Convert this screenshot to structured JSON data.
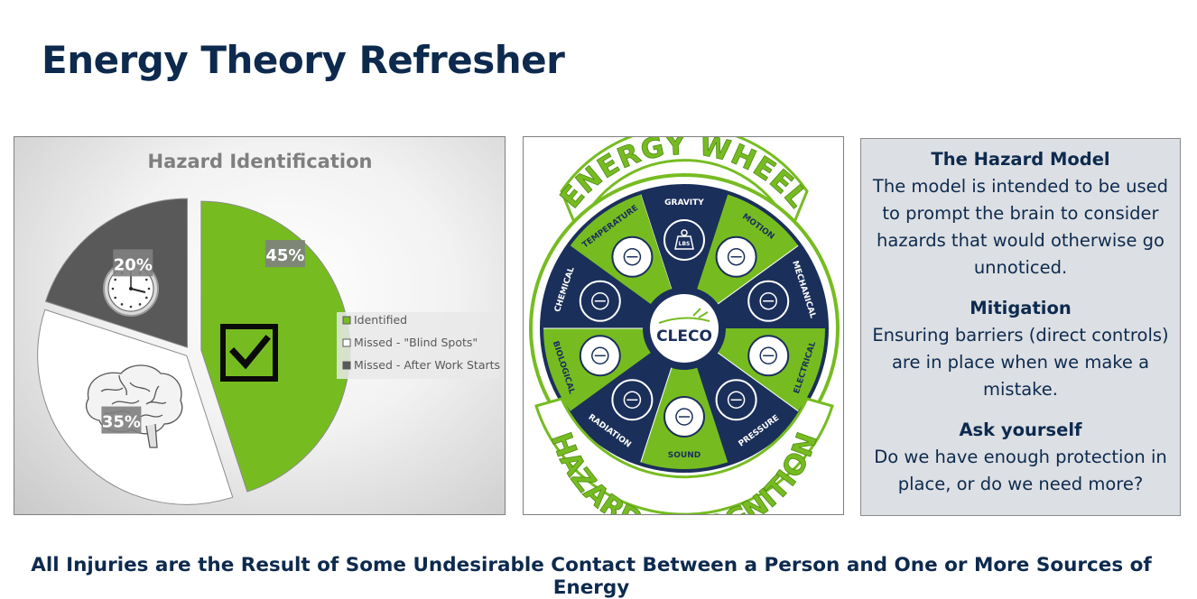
{
  "slide": {
    "title": "Energy Theory Refresher",
    "banner": "All Injuries are the Result of Some Undesirable Contact Between a Person and One or More Sources of Energy"
  },
  "chart_data": {
    "type": "pie",
    "title": "Hazard Identification",
    "categories": [
      "Identified",
      "Missed - \"Blind Spots\"",
      "Missed - After Work Starts"
    ],
    "values": [
      45,
      35,
      20
    ],
    "labels": [
      "45%",
      "35%",
      "20%"
    ],
    "colors": [
      "#76bc21",
      "#ffffff",
      "#595959"
    ],
    "legend": "right",
    "grid": false
  },
  "energy_wheel": {
    "top_text": "ENERGY WHEEL",
    "bottom_text": "HAZARD RECOGNITION",
    "center_logo": "CLECO",
    "segments": [
      {
        "label": "GRAVITY",
        "icon": "weight-lbs-icon",
        "sub": "LBS"
      },
      {
        "label": "MOTION",
        "icon": "motion-arrows-icon"
      },
      {
        "label": "MECHANICAL",
        "icon": "gear-icon"
      },
      {
        "label": "ELECTRICAL",
        "icon": "lightning-icon"
      },
      {
        "label": "PRESSURE",
        "icon": "gauge-icon"
      },
      {
        "label": "SOUND",
        "icon": "speaker-icon"
      },
      {
        "label": "RADIATION",
        "icon": "radiation-icon"
      },
      {
        "label": "BIOLOGICAL",
        "icon": "biohazard-icon"
      },
      {
        "label": "CHEMICAL",
        "icon": "flask-icon"
      },
      {
        "label": "TEMPERATURE",
        "icon": "thermometer-icon"
      }
    ],
    "colors": {
      "green": "#76bc21",
      "navy": "#1b2f5b"
    }
  },
  "hazard_model": {
    "sections": [
      {
        "heading": "The Hazard Model",
        "body": "The model is intended to be used to prompt the brain to consider hazards that would otherwise go unnoticed."
      },
      {
        "heading": "Mitigation",
        "body": "Ensuring barriers (direct controls) are in place when we make a mistake."
      },
      {
        "heading": "Ask yourself",
        "body": "Do we have enough protection in place, or do we need more?"
      }
    ]
  }
}
